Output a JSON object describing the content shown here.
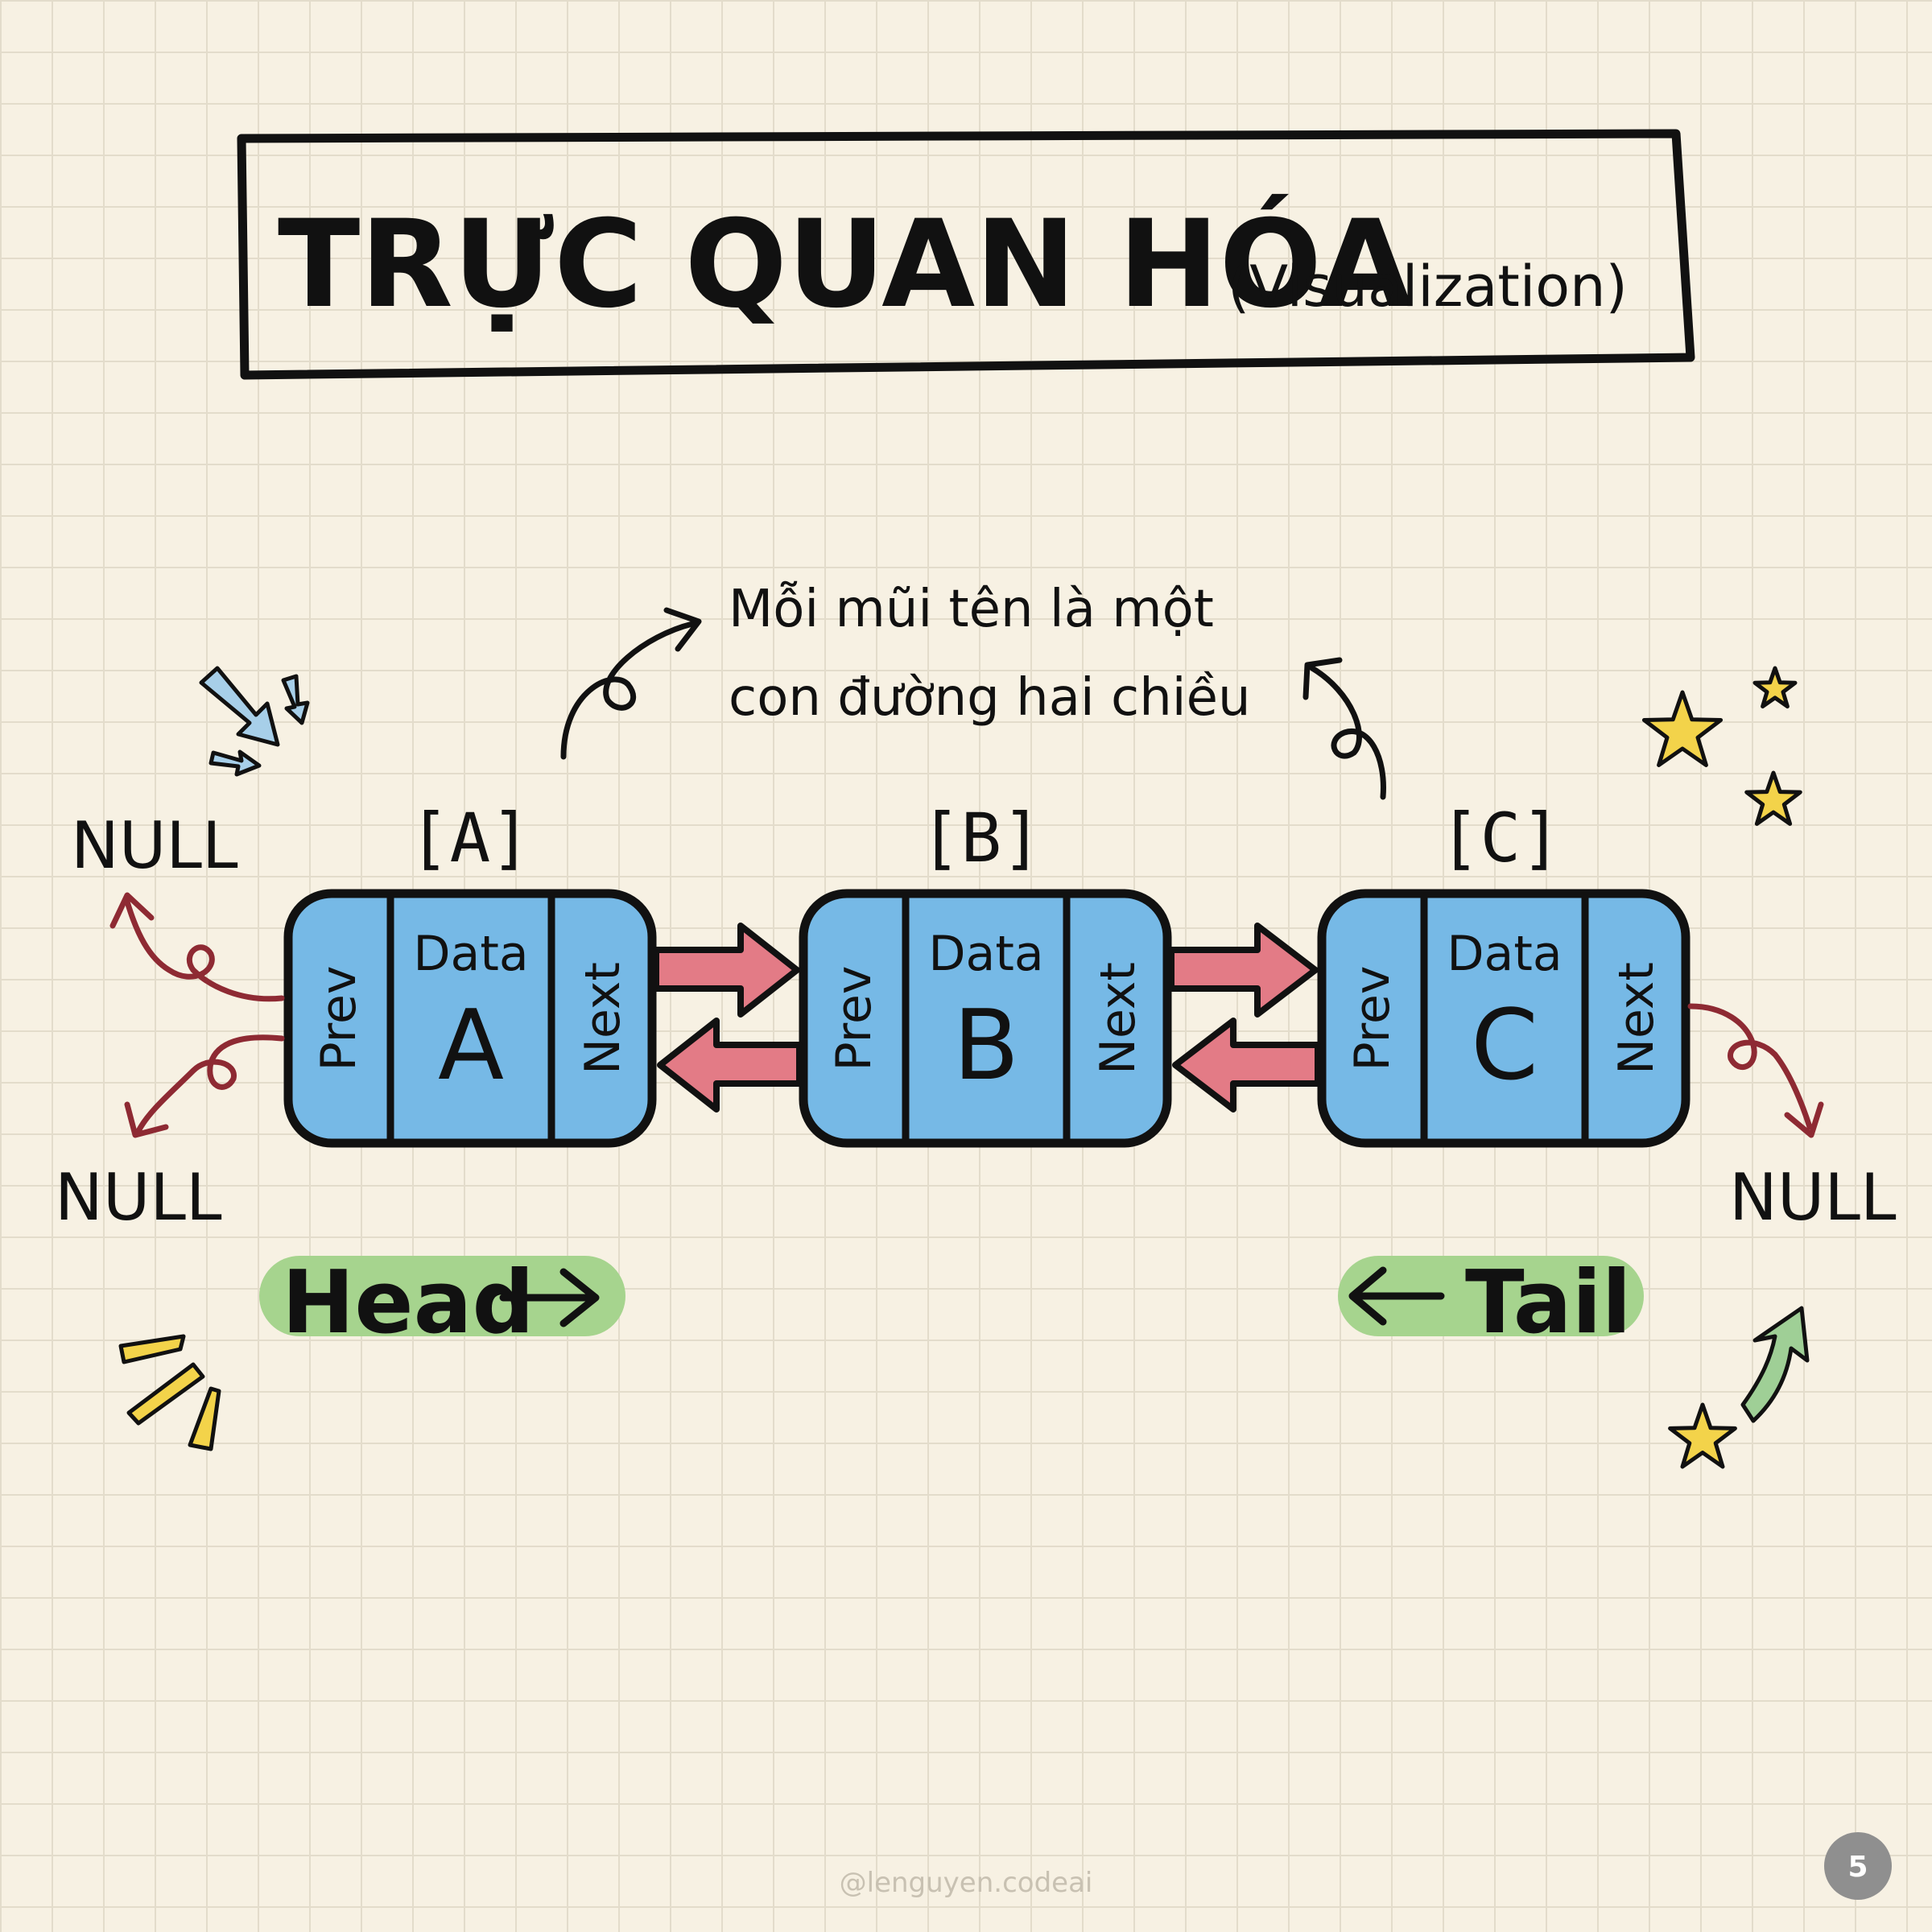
{
  "title": {
    "main": "TRỰC QUAN HÓA",
    "sub": "(Visualization)"
  },
  "note": {
    "line1": "Mỗi mũi tên là một",
    "line2": "con đường hai chiều"
  },
  "nodes": [
    {
      "tag": "[A]",
      "prev": "Prev",
      "data_label": "Data",
      "value": "A",
      "next": "Next"
    },
    {
      "tag": "[B]",
      "prev": "Prev",
      "data_label": "Data",
      "value": "B",
      "next": "Next"
    },
    {
      "tag": "[C]",
      "prev": "Prev",
      "data_label": "Data",
      "value": "C",
      "next": "Next"
    }
  ],
  "nulls": {
    "top_left": "NULL",
    "bottom_left": "NULL",
    "right": "NULL"
  },
  "pointers": {
    "head": "Head",
    "tail": "Tail"
  },
  "footer": {
    "credit": "@lenguyen.codeai",
    "page": "5"
  },
  "colors": {
    "node_fill": "#76b9e6",
    "link_arrow": "#e37b86",
    "null_arrow": "#8e2a33",
    "pill": "#a6d48e",
    "star": "#f3d34a",
    "blue_accent": "#a7cfe9",
    "green_arrow": "#9fcf96",
    "badge": "#8f8f8f"
  }
}
